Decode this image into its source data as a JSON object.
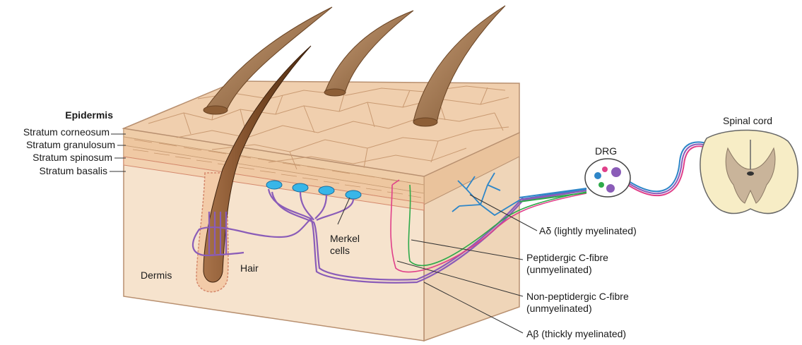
{
  "epidermis": {
    "title": "Epidermis",
    "layers": [
      "Stratum corneosum",
      "Stratum granulosum",
      "Stratum spinosum",
      "Stratum basalis"
    ]
  },
  "labels": {
    "dermis": "Dermis",
    "hair": "Hair",
    "merkel": "Merkel\ncells",
    "drg": "DRG",
    "spinal_cord": "Spinal cord"
  },
  "fibres": [
    {
      "text": "Aδ (lightly myelinated)",
      "color": "#2e86c8"
    },
    {
      "text": "Peptidergic C-fibre\n(unmyelinated)",
      "color": "#2eaa4a"
    },
    {
      "text": "Non-peptidergic C-fibre\n(unmyelinated)",
      "color": "#e0408a"
    },
    {
      "text": "Aβ (thickly myelinated)",
      "color": "#8a5cb8"
    }
  ],
  "colors": {
    "skin_top": "#f0cfae",
    "skin_front": "#f6e3cd",
    "skin_side": "#efd5b8",
    "hair": "#6b4020",
    "merkel": "#38b6e8",
    "spinal_cord": "#f7edc6"
  }
}
